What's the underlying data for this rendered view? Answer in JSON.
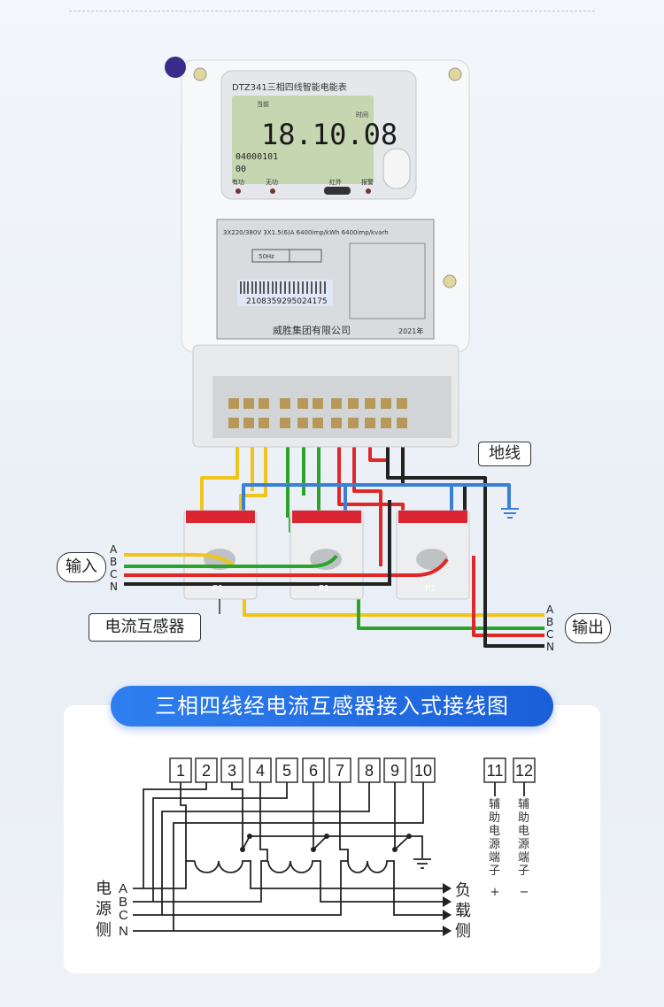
{
  "meter": {
    "model_title": "DTZ341三相四线智能电能表",
    "lcd_label_current": "当前",
    "lcd_label_time": "时间",
    "lcd_main": "18.10.08",
    "lcd_code1": "04000101",
    "lcd_code2": "00",
    "indicators": [
      "有功",
      "无功",
      "红外",
      "报警"
    ],
    "specs": "3X220/380V   3X1.5(6)A   6400imp/kWh   6400imp/kvarh",
    "frequency": "50Hz",
    "barcode_number": "2108359295024175",
    "manufacturer": "威胜集团有限公司",
    "year": "2021年"
  },
  "wiring": {
    "ground_label": "地线",
    "input_label": "输入",
    "output_label": "输出",
    "ct_label": "电流互感器",
    "phases": [
      "A",
      "B",
      "C",
      "N"
    ],
    "ct_marking": "P1"
  },
  "schematic": {
    "title": "三相四线经电流互感器接入式接线图",
    "terminals": [
      "1",
      "2",
      "3",
      "4",
      "5",
      "6",
      "7",
      "8",
      "9",
      "10"
    ],
    "aux_terminals": [
      "11",
      "12"
    ],
    "aux_label": "辅助电源端子",
    "aux_signs": [
      "+",
      "−"
    ],
    "source_side": [
      "电",
      "源",
      "侧"
    ],
    "load_side": [
      "负",
      "载",
      "侧"
    ],
    "phases": [
      "A",
      "B",
      "C",
      "N"
    ]
  },
  "colors": {
    "yellow": "#f0c419",
    "green": "#2aa52a",
    "red": "#e02828",
    "black": "#222222",
    "blue": "#3a7fd8",
    "banner": "#2a74ea"
  }
}
